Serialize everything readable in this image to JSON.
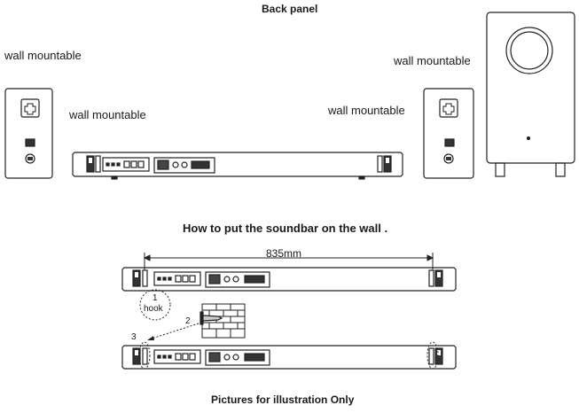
{
  "back_panel": {
    "title": "Back panel",
    "labels": {
      "left_speaker": "wall mountable",
      "soundbar_left": "wall mountable",
      "soundbar_right": "wall mountable",
      "right_speaker": "wall mountable"
    }
  },
  "wall_section": {
    "heading": "How to put the soundbar on the wall .",
    "dimension": "835mm",
    "step1_number": "1",
    "step1_label": "hook",
    "step2_number": "2",
    "step3_number": "3"
  },
  "footer": "Pictures for illustration Only"
}
